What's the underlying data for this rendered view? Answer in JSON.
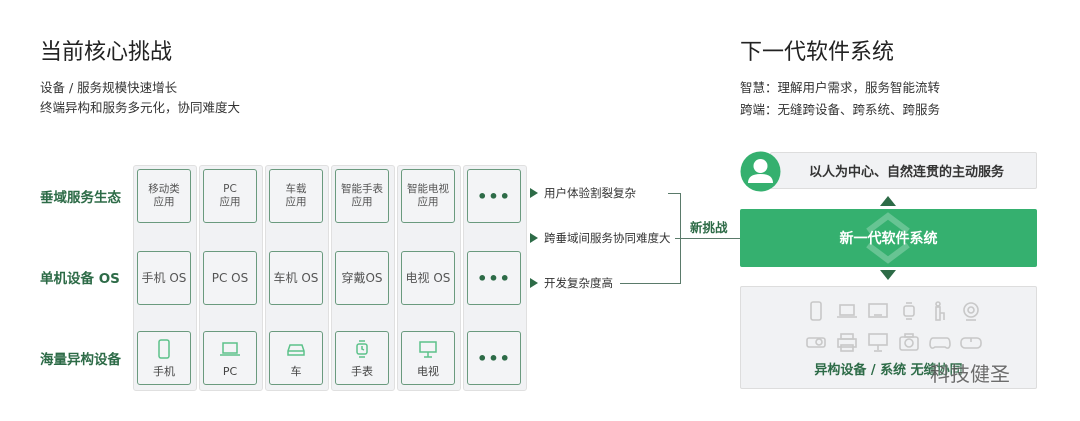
{
  "left": {
    "title": "当前核心挑战",
    "subtitles": [
      "设备 / 服务规模快速增长",
      "终端异构和服务多元化，协同难度大"
    ],
    "row_labels": [
      "垂域服务生态",
      "单机设备 OS",
      "海量异构设备"
    ],
    "columns": [
      {
        "app": [
          "移动类",
          "应用"
        ],
        "os": "手机 OS",
        "device": "手机",
        "device_icon": "phone-icon"
      },
      {
        "app": [
          "PC",
          "应用"
        ],
        "os": "PC OS",
        "device": "PC",
        "device_icon": "laptop-icon"
      },
      {
        "app": [
          "车载",
          "应用"
        ],
        "os": "车机 OS",
        "device": "车",
        "device_icon": "car-icon"
      },
      {
        "app": [
          "智能手表",
          "应用"
        ],
        "os": "穿戴OS",
        "device": "手表",
        "device_icon": "watch-icon"
      },
      {
        "app": [
          "智能电视",
          "应用"
        ],
        "os": "电视 OS",
        "device": "电视",
        "device_icon": "tv-icon"
      },
      {
        "app": [
          "•••",
          ""
        ],
        "os": "•••",
        "device": "•••"
      }
    ],
    "challenges": [
      "用户体验割裂复杂",
      "跨垂域间服务协同难度大",
      "开发复杂度高"
    ],
    "new_challenge": "新挑战"
  },
  "right": {
    "title": "下一代软件系统",
    "subtitles": [
      "智慧：理解用户需求，服务智能流转",
      "跨端：无缝跨设备、跨系统、跨服务"
    ],
    "top_bar": "以人为中心、自然连贯的主动服务",
    "core": "新一代软件系统",
    "bottom_label": "异构设备 / 系统 无缝协同",
    "device_icons": [
      "phone-icon",
      "laptop-icon",
      "monitor-icon",
      "watch-icon",
      "speaker-icon",
      "webcam-icon",
      "projector-icon",
      "printer-icon",
      "presentation-icon",
      "camera-icon",
      "gamepad-icon",
      "vr-headset-icon"
    ]
  },
  "watermark": "科技健圣",
  "colors": {
    "accent": "#35b06f",
    "dark_green": "#2d6b47",
    "gray_bg": "#f1f2f4"
  }
}
